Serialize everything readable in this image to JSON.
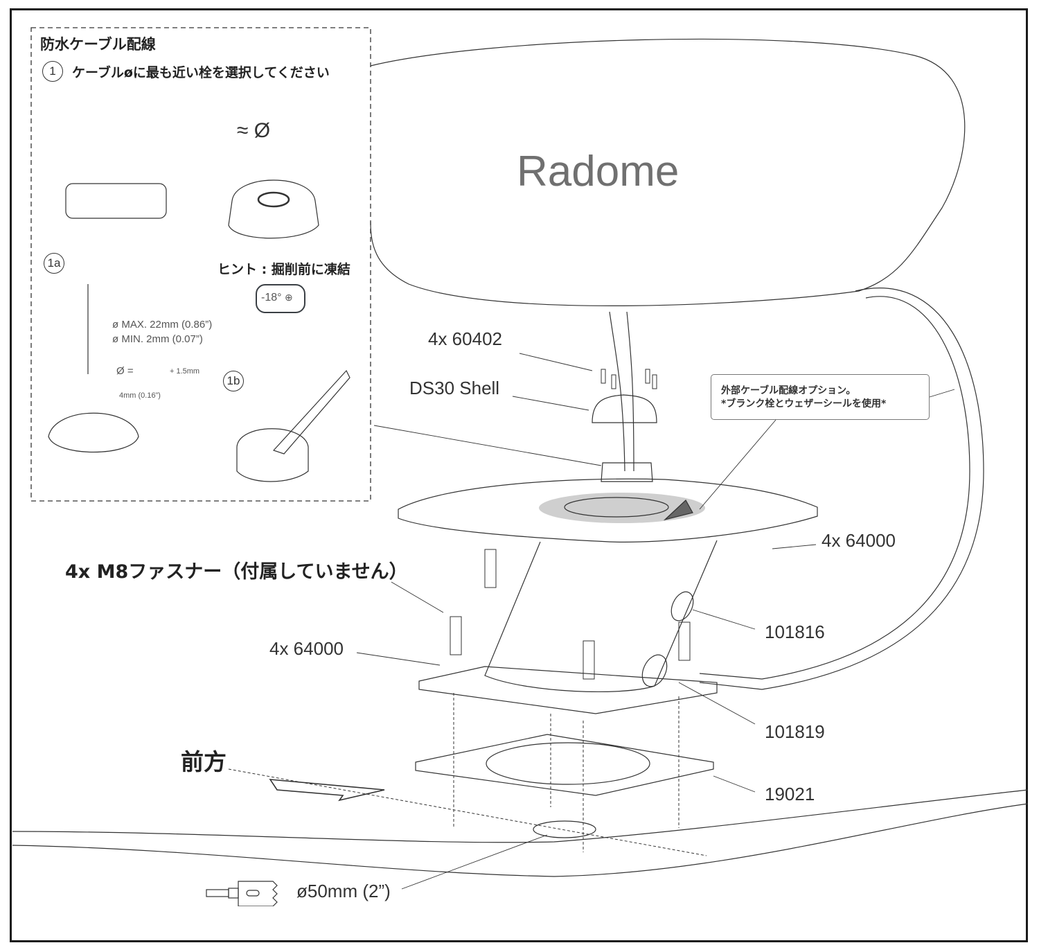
{
  "diagram": {
    "title": "Radome",
    "inset": {
      "heading": "防水ケーブル配線",
      "step1_number": "1",
      "step1_text": "ケーブルøに最も近い栓を選択してください",
      "approx_symbol": "≈ Ø",
      "step1a_number": "1a",
      "step1b_number": "1b",
      "hint": "ヒント : 掘削前に凍結",
      "freeze_temp": "-18°",
      "max_diameter": "ø MAX. 22mm (0.86”)",
      "min_diameter": "ø MIN. 2mm (0.07”)",
      "drill_formula": "Ø =",
      "drill_offset": "+ 1.5mm",
      "wall_thickness": "4mm (0.16”)"
    },
    "callout": {
      "line1": "外部ケーブル配線オプション。",
      "line2": "*ブランク栓とウェザーシールを使用*"
    },
    "parts": {
      "screws": "4x 60402",
      "shell": "DS30 Shell",
      "spacers_right": "4x 64000",
      "fasteners": "4x M8ファスナー（付属していません）",
      "spacers_left": "4x 64000",
      "part_101816": "101816",
      "part_101819": "101819",
      "part_19021": "19021"
    },
    "front_label": "前方",
    "hole_size": "ø50mm (2”)"
  }
}
